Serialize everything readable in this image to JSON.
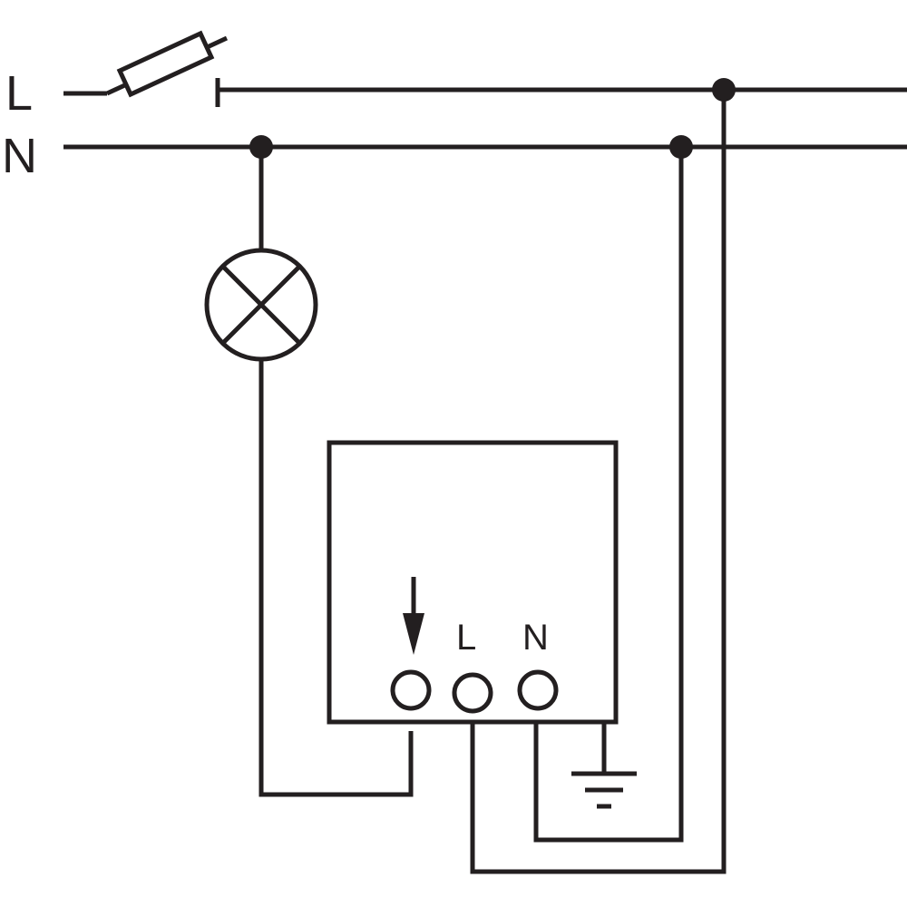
{
  "rails": {
    "line_label": "L",
    "neutral_label": "N"
  },
  "device": {
    "terminals": [
      {
        "id": "switched-output",
        "label": "",
        "icon": "arrow-down-icon"
      },
      {
        "id": "line",
        "label": "L"
      },
      {
        "id": "neutral",
        "label": "N"
      }
    ]
  },
  "symbols": {
    "fuse": "fuse-icon",
    "lamp": "lamp-icon",
    "ground": "ground-icon"
  },
  "colors": {
    "stroke": "#231f20",
    "background": "#ffffff"
  }
}
